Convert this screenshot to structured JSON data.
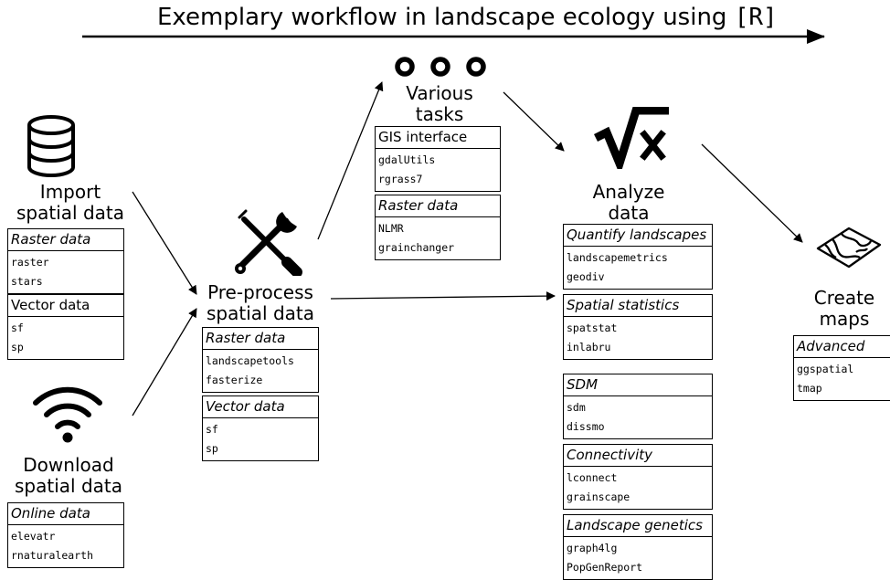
{
  "title": {
    "text": "Exemplary workflow in landscape ecology using ",
    "r": "[R]"
  },
  "steps": {
    "import": {
      "line1": "Import",
      "line2": "spatial data"
    },
    "download": {
      "line1": "Download",
      "line2": "spatial data"
    },
    "preprocess": {
      "line1": "Pre-process",
      "line2": "spatial data"
    },
    "various": {
      "line1": "Various",
      "line2": "tasks"
    },
    "analyze": {
      "line1": "Analyze",
      "line2": "data"
    },
    "maps": {
      "line1": "Create",
      "line2": "maps"
    }
  },
  "boxes": {
    "import_raster": {
      "header": "Raster data",
      "pkgs": [
        "raster",
        "stars"
      ]
    },
    "import_vector": {
      "header": "Vector data",
      "pkgs": [
        "sf",
        "sp"
      ]
    },
    "online": {
      "header": "Online data",
      "pkgs": [
        "elevatr",
        "rnaturalearth"
      ]
    },
    "pre_raster": {
      "header": "Raster data",
      "pkgs": [
        "landscapetools",
        "fasterize"
      ]
    },
    "pre_vector": {
      "header": "Vector data",
      "pkgs": [
        "sf",
        "sp"
      ]
    },
    "gis": {
      "header": "GIS interface",
      "pkgs": [
        "gdalUtils",
        "rgrass7"
      ]
    },
    "various_raster": {
      "header": "Raster data",
      "pkgs": [
        "NLMR",
        "grainchanger"
      ]
    },
    "quantify": {
      "header": "Quantify landscapes",
      "pkgs": [
        "landscapemetrics",
        "geodiv"
      ]
    },
    "spatstat": {
      "header": "Spatial statistics",
      "pkgs": [
        "spatstat",
        "inlabru"
      ]
    },
    "sdm": {
      "header": "SDM",
      "pkgs": [
        "sdm",
        "dissmo"
      ]
    },
    "connectivity": {
      "header": "Connectivity",
      "pkgs": [
        "lconnect",
        "grainscape"
      ]
    },
    "genetics": {
      "header": "Landscape genetics",
      "pkgs": [
        "graph4lg",
        "PopGenReport"
      ]
    },
    "advanced": {
      "header": "Advanced",
      "pkgs": [
        "ggspatial",
        "tmap"
      ]
    }
  },
  "icons": [
    "database-icon",
    "wifi-icon",
    "tools-icon",
    "ellipsis-icon",
    "sqrt-x-icon",
    "map-icon"
  ]
}
